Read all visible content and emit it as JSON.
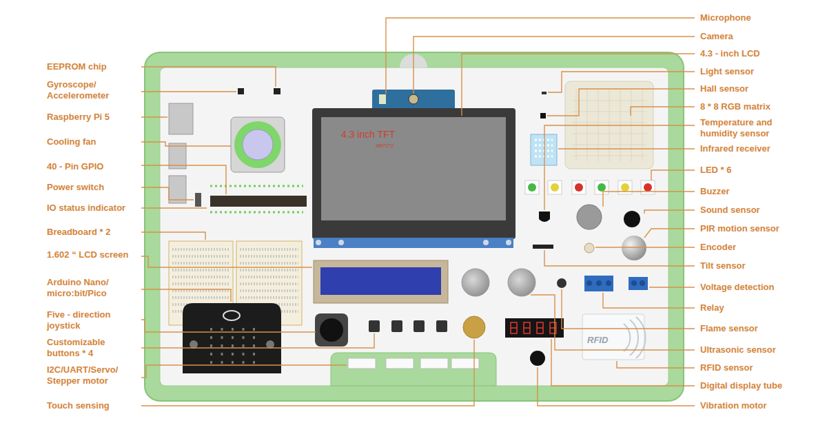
{
  "diagram": {
    "labels": [
      "EEPROM chip",
      "Gyroscope/ Accelerometer",
      "Raspberry Pi 5",
      "Cooling fan",
      "40 - Pin GPIO",
      "Power switch",
      "IO status indicator",
      "Breadboard * 2",
      "1.602 “ LCD screen",
      "Arduino Nano/ micro:bit/Pico",
      "Five - direction joystick",
      "Customizable buttons * 4",
      "I2C/UART/Servo/ Stepper motor",
      "Touch sensing",
      "Microphone",
      "Camera",
      "4.3 - inch LCD",
      "Light sensor",
      "Hall sensor",
      "8 * 8 RGB matrix",
      "Temperature and humidity sensor",
      "Infrared receiver",
      "LED * 6",
      "Buzzer",
      "Sound sensor",
      "PIR motion sensor",
      "Encoder",
      "Tilt sensor",
      "Voltage detection",
      "Relay",
      "Flame sensor",
      "Ultrasonic sensor",
      "RFID sensor",
      "Digital display tube",
      "Vibration motor",
      "4.3 inch TFT",
      "480*272",
      "RFID"
    ]
  }
}
